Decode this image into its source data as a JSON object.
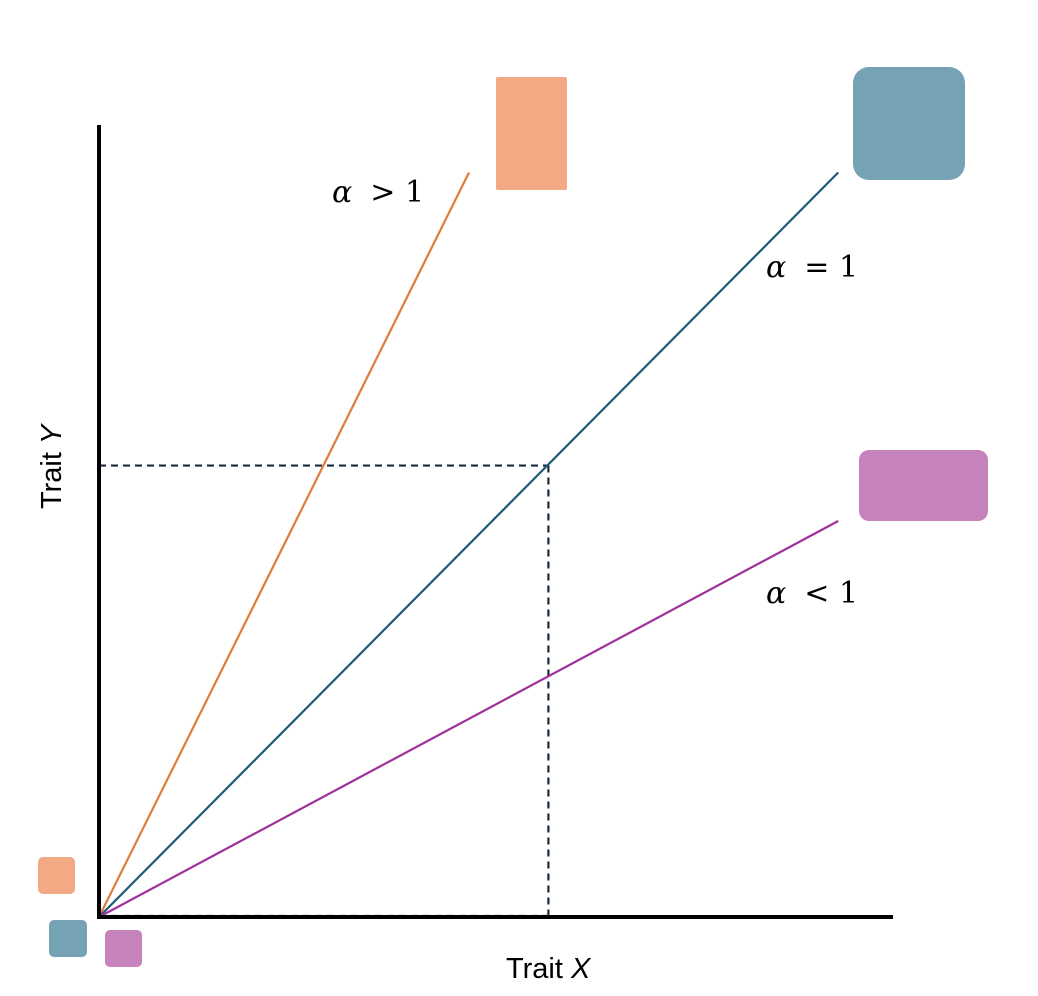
{
  "chart_data": {
    "type": "line",
    "title": "",
    "xlabel": {
      "text": "Trait",
      "variable": "X"
    },
    "ylabel": {
      "text": "Trait",
      "variable": "Y"
    },
    "xlim": [
      0,
      1
    ],
    "ylim": [
      0,
      1
    ],
    "grid": false,
    "series": [
      {
        "name": "alpha > 1",
        "label": {
          "symbol": "α",
          "op": "> 1"
        },
        "color": "#e07b3c",
        "box_color": "#f2a984",
        "x": [
          0,
          0.466
        ],
        "y": [
          0,
          0.94
        ]
      },
      {
        "name": "alpha = 1",
        "label": {
          "symbol": "α",
          "op": "= 1"
        },
        "color": "#1e5a78",
        "box_color": "#76a2b6",
        "x": [
          0,
          0.931
        ],
        "y": [
          0,
          0.94
        ]
      },
      {
        "name": "alpha < 1",
        "label": {
          "symbol": "α",
          "op": "< 1"
        },
        "color": "#a0309a",
        "box_color": "#c682bd",
        "x": [
          0,
          0.931
        ],
        "y": [
          0,
          0.5
        ]
      }
    ],
    "reference": {
      "x": 0.566,
      "y": 0.57,
      "style": "dashed",
      "color": "#1a2b3c"
    }
  }
}
